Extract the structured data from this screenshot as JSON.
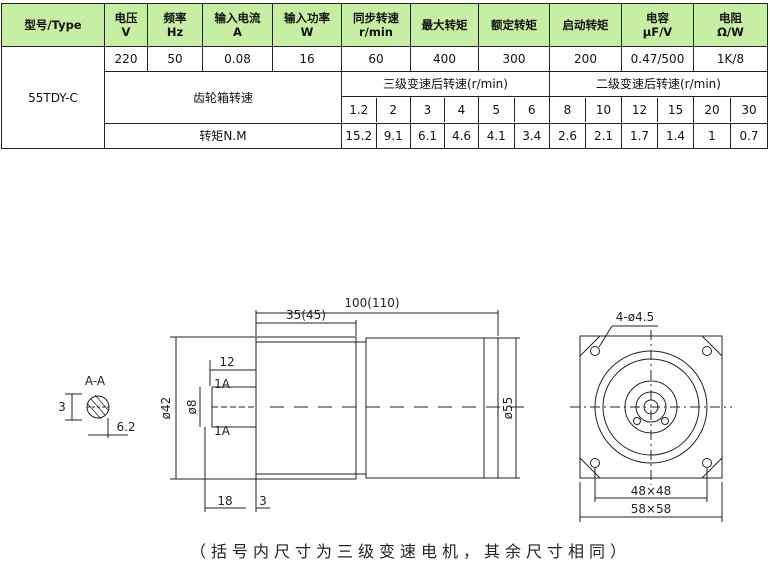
{
  "table": {
    "headers": [
      "型号/Type",
      "电压",
      "V",
      "频率",
      "Hz",
      "输入电流",
      "A",
      "输入功率",
      "W",
      "同步转速",
      "r/min",
      "最大转矩",
      "额定转矩",
      "启动转矩",
      "电容",
      "μF/V",
      "电阻",
      "Ω/W"
    ],
    "model": "55TDY-C",
    "values": [
      "220",
      "50",
      "0.08",
      "16",
      "60",
      "400",
      "300",
      "200",
      "0.47/500",
      "1K/8"
    ],
    "gearbox_label": "齿轮箱转速",
    "three_stage_label": "三级变速后转速(r/min)",
    "two_stage_label": "二级变速后转速(r/min)",
    "torque_label": "转矩N.M",
    "speeds_three": [
      "1.2",
      "2",
      "3",
      "4",
      "5",
      "6"
    ],
    "speeds_two": [
      "8",
      "10",
      "12",
      "15",
      "20",
      "30"
    ],
    "torques_three": [
      "15.2",
      "9.1",
      "6.1",
      "4.6",
      "4.1",
      "3.4"
    ],
    "torques_two": [
      "2.6",
      "2.1",
      "1.7",
      "1.4",
      "1",
      "0.7"
    ]
  },
  "drawing": {
    "overall_length": "100(110)",
    "gearbox_length": "35(45)",
    "shaft_length": "12",
    "flange_dia": "ø42",
    "shaft_dia": "ø8",
    "body_dia": "ø55",
    "section_label": "A-A",
    "flat_depth": "3",
    "flat_width": "6.2",
    "shaft_ext": "18",
    "flange_thk": "3",
    "section_mark": "1A",
    "hole_spec": "4-ø4.5",
    "bolt_spacing": "48×48",
    "square_size": "58×58"
  },
  "caption": "（括号内尺寸为三级变速电机，其余尺寸相同）"
}
